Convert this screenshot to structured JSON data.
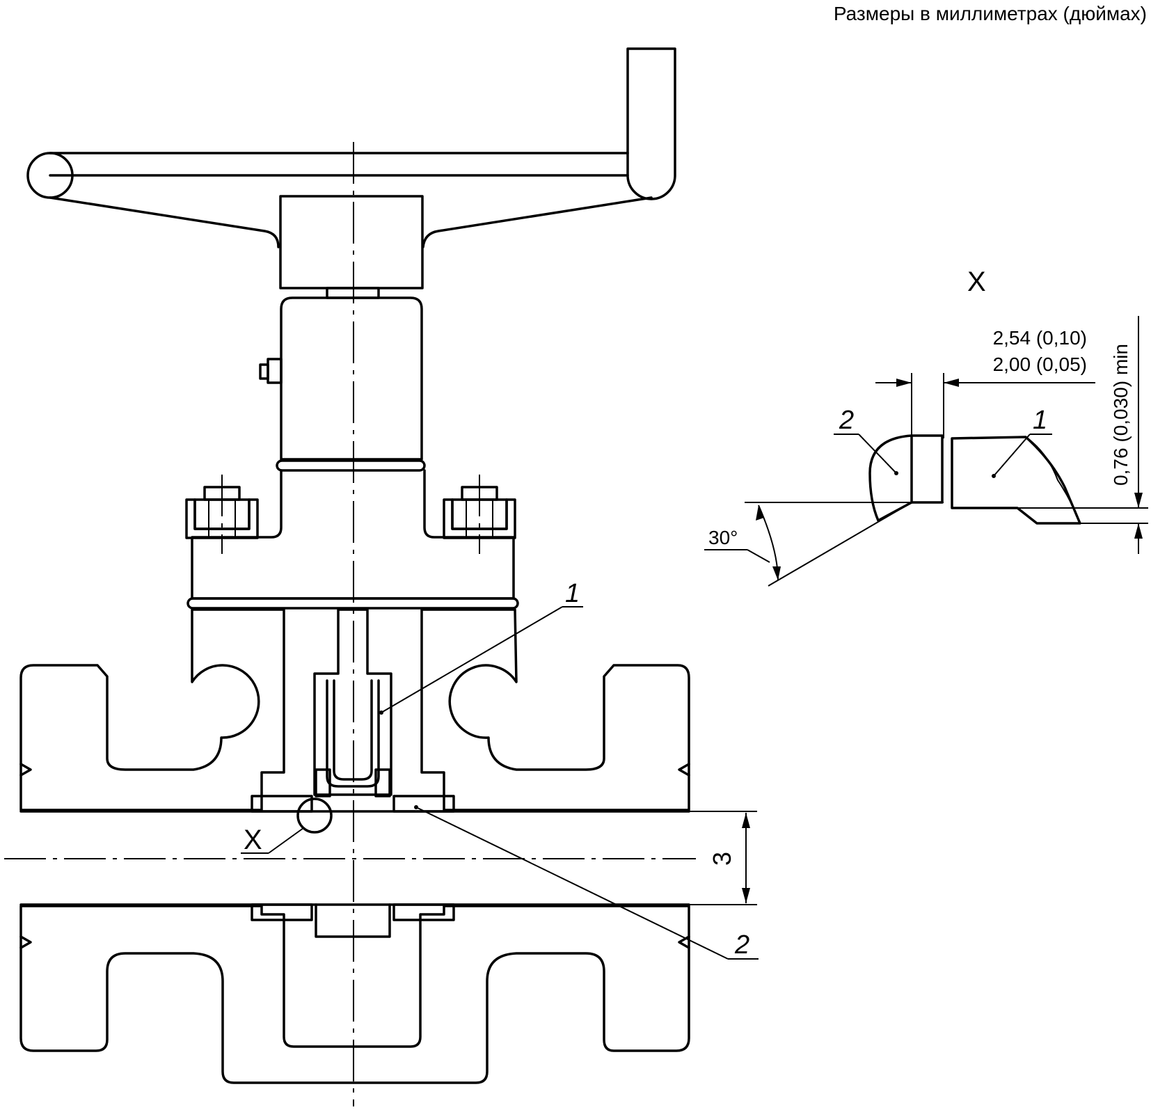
{
  "header": {
    "units_note": "Размеры в миллиметрах (дюймах)"
  },
  "detail": {
    "view_label": "X",
    "dim_width_line1": "2,54 (0,10)",
    "dim_width_line2": "2,00 (0,05)",
    "dim_depth": "0,76 (0,030) min",
    "angle": "30°",
    "callout_1": "1",
    "callout_2": "2"
  },
  "main_view": {
    "callout_1": "1",
    "callout_2": "2",
    "callout_3": "3",
    "callout_x": "X"
  }
}
